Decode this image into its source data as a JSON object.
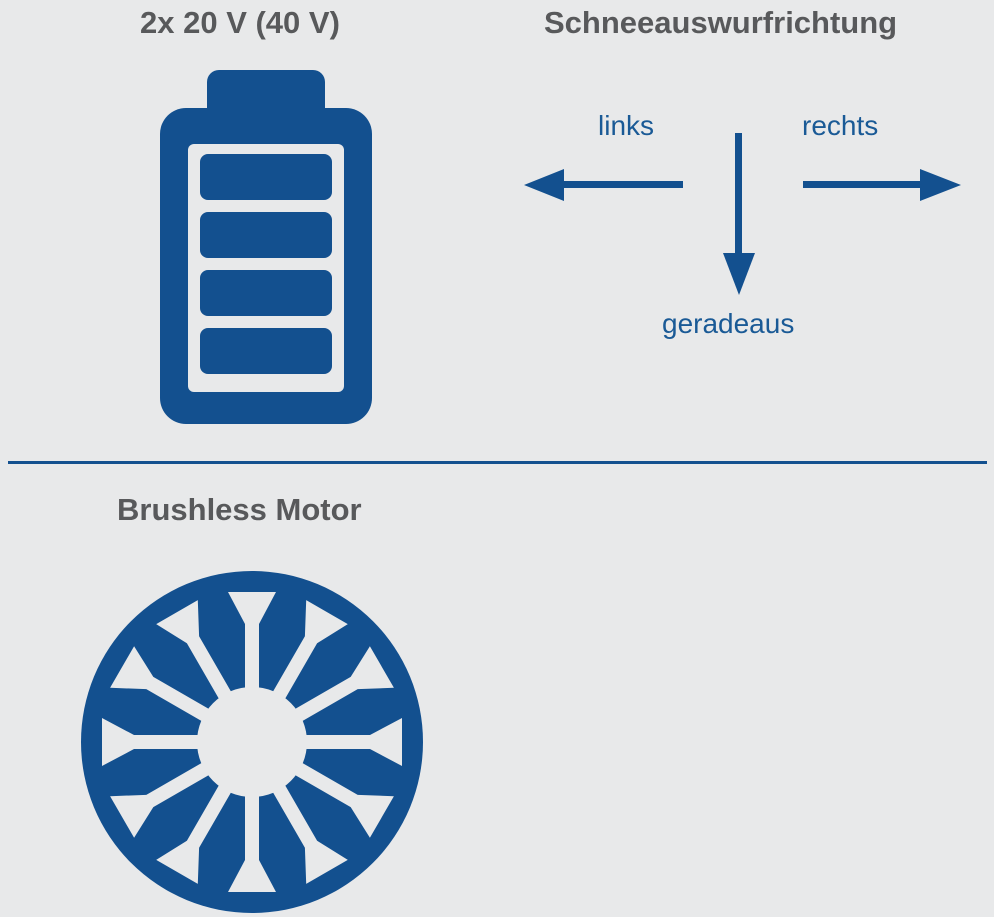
{
  "colors": {
    "background": "#e8e9ea",
    "accent": "#13508f",
    "heading": "#58595b",
    "label": "#1a5a96"
  },
  "battery": {
    "title": "2x 20 V (40 V)",
    "icon": "battery-full-icon",
    "charge_fraction": 1.0
  },
  "direction": {
    "title": "Schneeauswurfrichtung",
    "left_label": "links",
    "right_label": "rechts",
    "down_label": "geradeaus",
    "icons": [
      "arrow-left-icon",
      "arrow-down-icon",
      "arrow-right-icon"
    ]
  },
  "motor": {
    "title": "Brushless Motor",
    "icon": "brushless-motor-icon"
  }
}
